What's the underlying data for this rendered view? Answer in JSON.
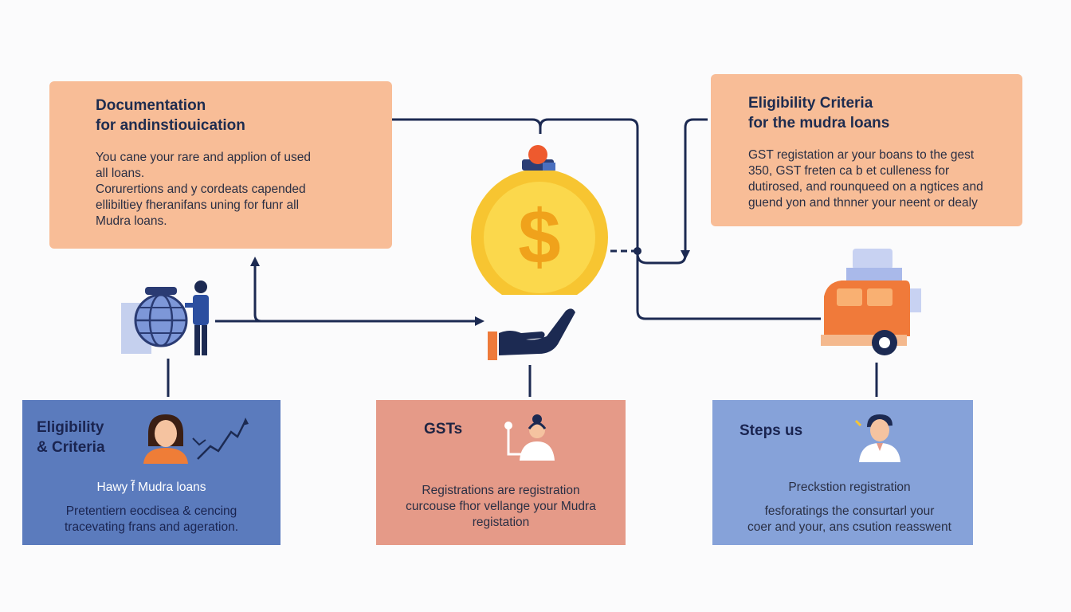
{
  "top_left": {
    "title": [
      "Documentation",
      "for andinstiouication"
    ],
    "body": [
      "You cane your rare and applion of used",
      "all loans.",
      "Corurertions and y cordeats capended",
      "ellibiltiey fheranifans uning for funr all",
      "Mudra loans."
    ]
  },
  "top_right": {
    "title": [
      "Eligibility Criteria",
      "for the mudra loans"
    ],
    "body": [
      "GST registation ar your boans to the gest",
      "350, GST freten ca b et culleness for",
      "dutirosed, and rounqueed on a ngtices and",
      "guend yon and thnner your neent or dealy"
    ]
  },
  "bottom_left": {
    "title": [
      "Eligibility",
      "& Criteria"
    ],
    "subtitle": "Hawy f̃ Mudra loans",
    "body": [
      "Pretentiern eocdisea & cencing",
      "tracevating frans and ageration."
    ]
  },
  "bottom_mid": {
    "title": "GSTs",
    "body": [
      "Registrations are registration",
      "curcouse fhor vellange your Mudra",
      "registation"
    ]
  },
  "bottom_right": {
    "title": "Steps us",
    "subtitle": "Preckstion registration",
    "body": [
      "fesforatings the consurtarl your",
      "coer and your, ans csution reasswent"
    ]
  },
  "center": {
    "coin_symbol": "$"
  },
  "colors": {
    "orange_box": "#f8bd97",
    "blue_box": "#5b7bbd",
    "salmon_box": "#e59a88",
    "light_blue_box": "#86a2d9",
    "line": "#1c2a52",
    "coin": "#f7c531"
  },
  "icons": [
    "globe-icon",
    "businessman-icon",
    "coin-dollar-icon",
    "hand-icon",
    "person-on-coin-icon",
    "delivery-truck-icon",
    "woman-avatar-icon",
    "trend-chart-icon",
    "headset-agent-icon",
    "man-avatar-icon"
  ]
}
